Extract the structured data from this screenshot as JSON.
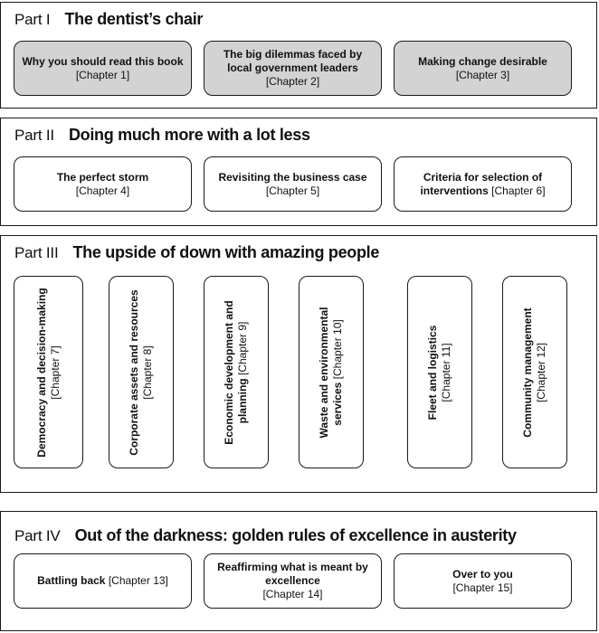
{
  "parts": [
    {
      "label": "Part I",
      "title": "The dentist’s chair",
      "boxes": [
        {
          "title": "Why you should read this book",
          "chapter": "[Chapter 1]"
        },
        {
          "title": "The big dilemmas faced by local government leaders",
          "chapter": "[Chapter 2]"
        },
        {
          "title": "Making change desirable",
          "chapter": "[Chapter 3]"
        }
      ]
    },
    {
      "label": "Part II",
      "title": "Doing much more with a lot less",
      "boxes": [
        {
          "title": "The perfect storm",
          "chapter": "[Chapter 4]"
        },
        {
          "title": "Revisiting the business case",
          "chapter": "[Chapter 5]"
        },
        {
          "title": "Criteria for selection of interventions",
          "chapter": "[Chapter 6]"
        }
      ]
    },
    {
      "label": "Part III",
      "title": "The upside of down with amazing people",
      "boxes": [
        {
          "title": "Democracy and decision-making",
          "chapter": "[Chapter 7]"
        },
        {
          "title": "Corporate assets and resources",
          "chapter": "[Chapter 8]"
        },
        {
          "title": "Economic development and planning",
          "chapter": "[Chapter 9]"
        },
        {
          "title": "Waste and environmental services",
          "chapter": "[Chapter 10]"
        },
        {
          "title": "Fleet and logistics",
          "chapter": "[Chapter 11]"
        },
        {
          "title": "Community management",
          "chapter": "[Chapter 12]"
        }
      ]
    },
    {
      "label": "Part IV",
      "title": "Out of the darkness: golden rules of excellence in austerity",
      "boxes": [
        {
          "title": "Battling back",
          "chapter": "[Chapter 13]"
        },
        {
          "title": "Reaffirming what is meant by excellence",
          "chapter": "[Chapter 14]"
        },
        {
          "title": "Over to you",
          "chapter": "[Chapter 15]"
        }
      ]
    }
  ],
  "colors": {
    "shaded_box": "#d3d3d3",
    "border": "#1a1a1a",
    "background": "#ffffff"
  }
}
